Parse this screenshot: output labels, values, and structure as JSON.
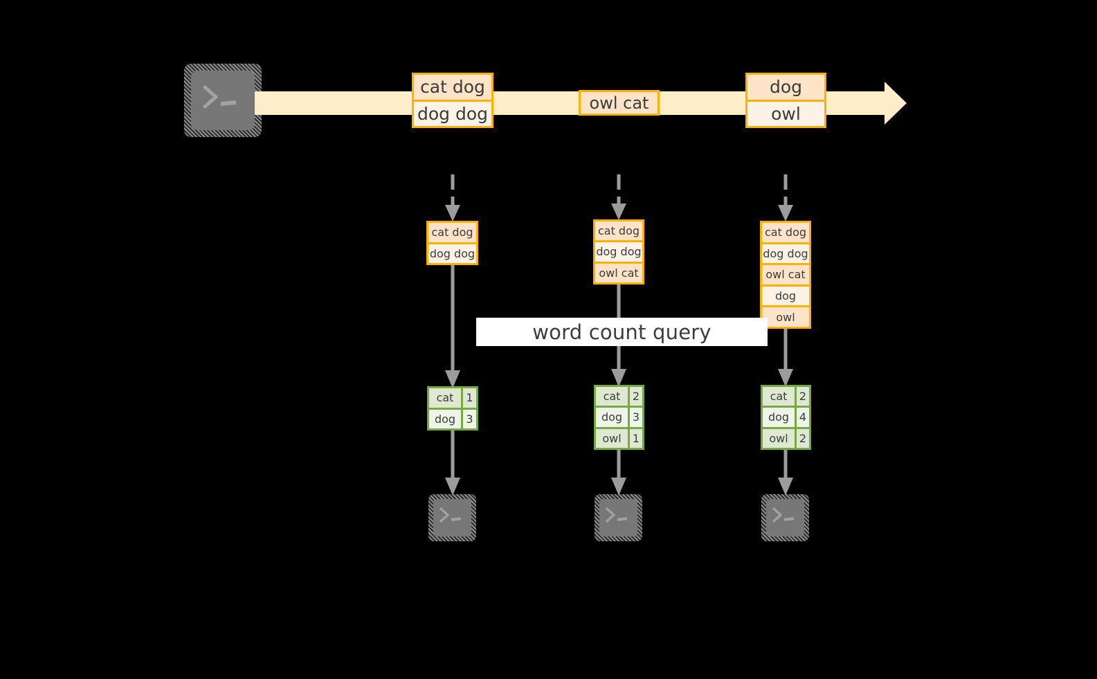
{
  "diagram": {
    "title_label": "word count query",
    "colors": {
      "band_fill": "#fdeec9",
      "orange_border": "#ffb000",
      "orange_fill_dark": "#fde3c8",
      "orange_fill_light": "#fdf2e6",
      "green_border": "#76a843",
      "green_fill_dark": "#dfe9d2",
      "green_fill_light": "#eff4e9",
      "connector_gray": "#9c9c9c",
      "terminal_gray": "#777777",
      "background": "#000000",
      "label_bg": "#ffffff",
      "text": "#3b3b3b"
    },
    "icons": {
      "source_terminal": "terminal-icon",
      "sink_terminal": "terminal-icon",
      "stream_arrow": "arrow-right-icon",
      "ingest_arrow": "arrow-down-dashed-icon",
      "query_arrow": "arrow-down-icon",
      "result_arrow": "arrow-down-icon"
    },
    "stream": {
      "name": "event-stream",
      "events": [
        {
          "id": "event-1",
          "lines": [
            {
              "text": "cat dog",
              "tone": "dark"
            },
            {
              "text": "dog dog",
              "tone": "light"
            }
          ]
        },
        {
          "id": "event-2",
          "lines": [
            {
              "text": "owl cat",
              "tone": "dark"
            }
          ]
        },
        {
          "id": "event-3",
          "lines": [
            {
              "text": "dog",
              "tone": "dark"
            },
            {
              "text": "owl",
              "tone": "light"
            }
          ]
        }
      ]
    },
    "snapshots": [
      {
        "id": "snapshot-1",
        "rows": [
          {
            "text": "cat dog",
            "tone": "dark"
          },
          {
            "text": "dog dog",
            "tone": "light"
          }
        ]
      },
      {
        "id": "snapshot-2",
        "rows": [
          {
            "text": "cat dog",
            "tone": "dark"
          },
          {
            "text": "dog dog",
            "tone": "light"
          },
          {
            "text": "owl cat",
            "tone": "dark"
          }
        ]
      },
      {
        "id": "snapshot-3",
        "rows": [
          {
            "text": "cat dog",
            "tone": "dark"
          },
          {
            "text": "dog dog",
            "tone": "light"
          },
          {
            "text": "owl cat",
            "tone": "dark"
          },
          {
            "text": "dog",
            "tone": "light"
          },
          {
            "text": "owl",
            "tone": "dark"
          }
        ]
      }
    ],
    "results": [
      {
        "id": "result-1",
        "rows": [
          {
            "word": "cat",
            "count": "1",
            "tone": "dark"
          },
          {
            "word": "dog",
            "count": "3",
            "tone": "light"
          }
        ]
      },
      {
        "id": "result-2",
        "rows": [
          {
            "word": "cat",
            "count": "2",
            "tone": "dark"
          },
          {
            "word": "dog",
            "count": "3",
            "tone": "light"
          },
          {
            "word": "owl",
            "count": "1",
            "tone": "dark"
          }
        ]
      },
      {
        "id": "result-3",
        "rows": [
          {
            "word": "cat",
            "count": "2",
            "tone": "dark"
          },
          {
            "word": "dog",
            "count": "4",
            "tone": "light"
          },
          {
            "word": "owl",
            "count": "2",
            "tone": "dark"
          }
        ]
      }
    ]
  }
}
